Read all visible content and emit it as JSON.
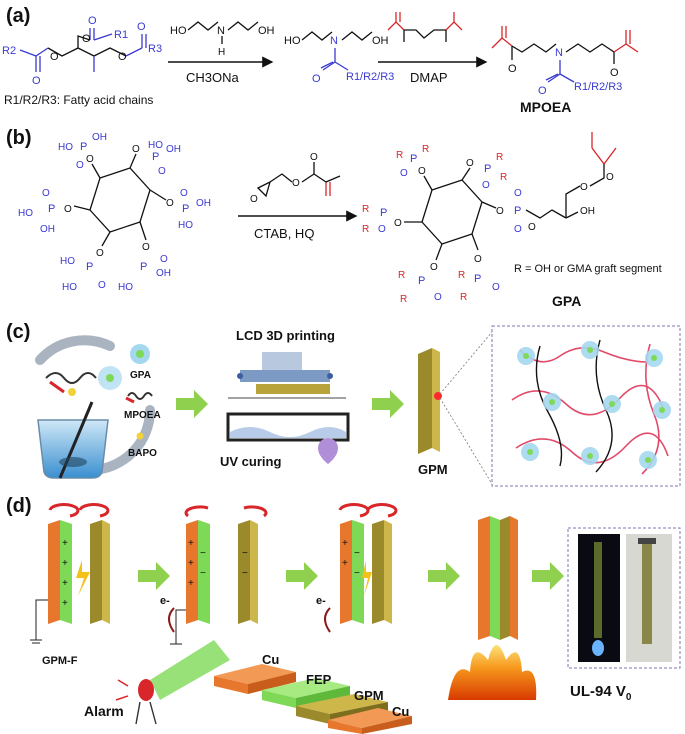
{
  "panels": {
    "a": {
      "label": "(a)",
      "r_note": "R1/R2/R3: Fatty acid chains",
      "reagent1": "CH3ONa",
      "reagent2": "DMAP",
      "product": "MPOEA",
      "r_group": "R1/R2/R3",
      "r1": "R1",
      "r2": "R2",
      "r3": "R3",
      "oh": "HO",
      "oh2": "OH",
      "nh": "N",
      "h": "H",
      "o": "O"
    },
    "b": {
      "label": "(b)",
      "reagent": "CTAB, HQ",
      "r_note": "R = OH or GMA graft segment",
      "product": "GPA",
      "oh": "OH",
      "ho": "HO",
      "p": "P",
      "o": "O",
      "r": "R"
    },
    "c": {
      "label": "(c)",
      "gpa": "GPA",
      "mpoea": "MPOEA",
      "bapo": "BAPO",
      "printing": "LCD 3D printing",
      "uv": "UV curing",
      "gpm": "GPM"
    },
    "d": {
      "label": "(d)",
      "gpmf": "GPM-F",
      "electron": "e-",
      "alarm": "Alarm",
      "cu": "Cu",
      "fep": "FEP",
      "gpm": "GPM",
      "ul": "UL-94 V",
      "ul_sub": "0"
    }
  },
  "colors": {
    "chem_blue": "#3a3ad0",
    "chem_red": "#d8262a",
    "arrow_green": "#8fd14f",
    "copper": "#e8772e",
    "fep_green": "#7ed957",
    "gpm_olive": "#b8a23a"
  }
}
